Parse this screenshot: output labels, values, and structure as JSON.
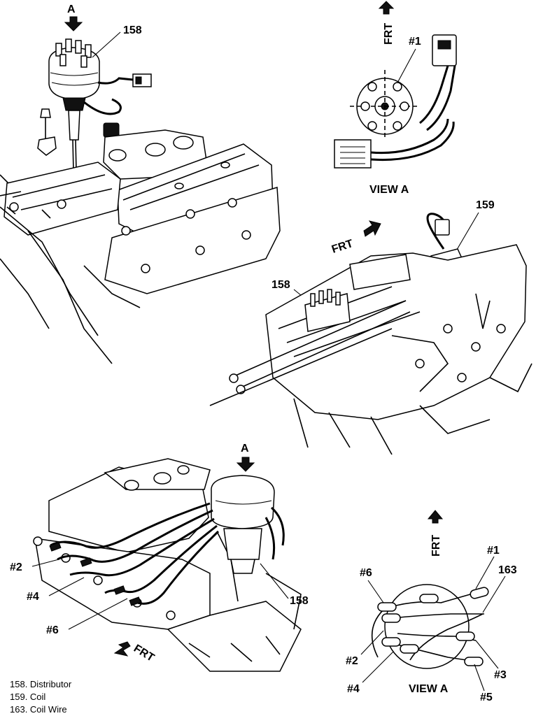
{
  "labels": {
    "view_a_top_arrow": "A",
    "label_158_top": "158",
    "frt_top_right": "FRT",
    "number_1_top": "#1",
    "view_a_top": "VIEW A",
    "frt_middle": "FRT",
    "label_159": "159",
    "label_158_middle": "158",
    "view_a_bottom_arrow": "A",
    "number_2_left": "#2",
    "number_4_left": "#4",
    "number_6_left": "#6",
    "label_158_bottom": "158",
    "frt_bottom_left": "FRT",
    "frt_bottom_right": "FRT",
    "number_1_cap": "#1",
    "label_163": "163",
    "number_6_cap": "#6",
    "number_2_cap": "#2",
    "number_4_cap": "#4",
    "number_3_cap": "#3",
    "number_5_cap": "#5",
    "view_a_bottom": "VIEW A"
  },
  "legend": [
    {
      "text": "158. Distributor"
    },
    {
      "text": "159. Coil"
    },
    {
      "text": "163. Coil Wire"
    }
  ]
}
